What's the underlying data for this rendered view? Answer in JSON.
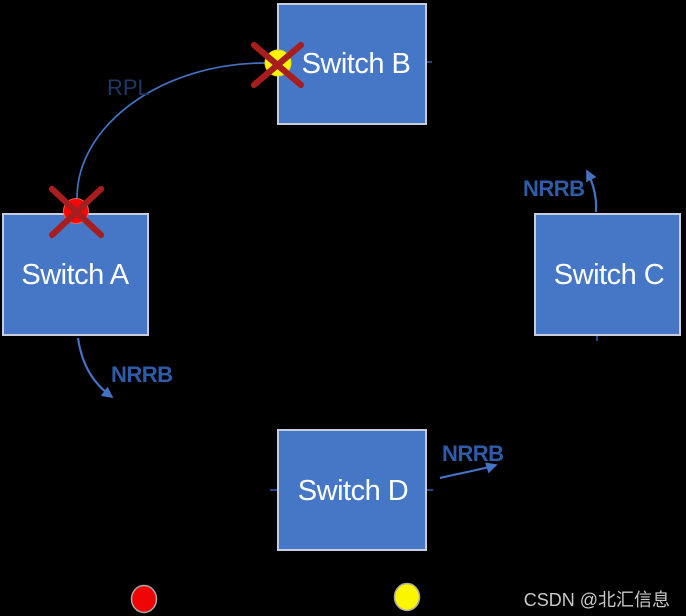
{
  "diagram": {
    "nodes": [
      {
        "id": "switch-a",
        "label": "Switch A"
      },
      {
        "id": "switch-b",
        "label": "Switch B"
      },
      {
        "id": "switch-c",
        "label": "Switch C"
      },
      {
        "id": "switch-d",
        "label": "Switch D"
      }
    ],
    "edges": {
      "rpl": {
        "label": "RPL"
      },
      "nrrb_from_a": {
        "label": "NRRB"
      },
      "nrrb_from_c": {
        "label": "NRRB"
      },
      "nrrb_from_d": {
        "label": "NRRB"
      }
    },
    "markers": {
      "blocked_port_a": "red-circle-with-x-icon",
      "blocked_port_b": "yellow-circle-with-x-icon"
    },
    "legend": {
      "red_dot": "#EF0505",
      "yellow_dot": "#FBF500"
    }
  },
  "colors": {
    "background": "#000000",
    "node_fill": "#4677C6",
    "node_border": "#C7CDDA",
    "node_text": "#FFFFFF",
    "edge_stroke": "#4472C4",
    "nrrb_text": "#2E5CA8",
    "rpl_text": "#1F3864",
    "x_mark": "#A81D1D",
    "red_circle": "#F90606",
    "yellow_circle": "#FBF500",
    "watermark_text": "#C9C9C9"
  },
  "watermark": {
    "text": "CSDN @北汇信息"
  }
}
